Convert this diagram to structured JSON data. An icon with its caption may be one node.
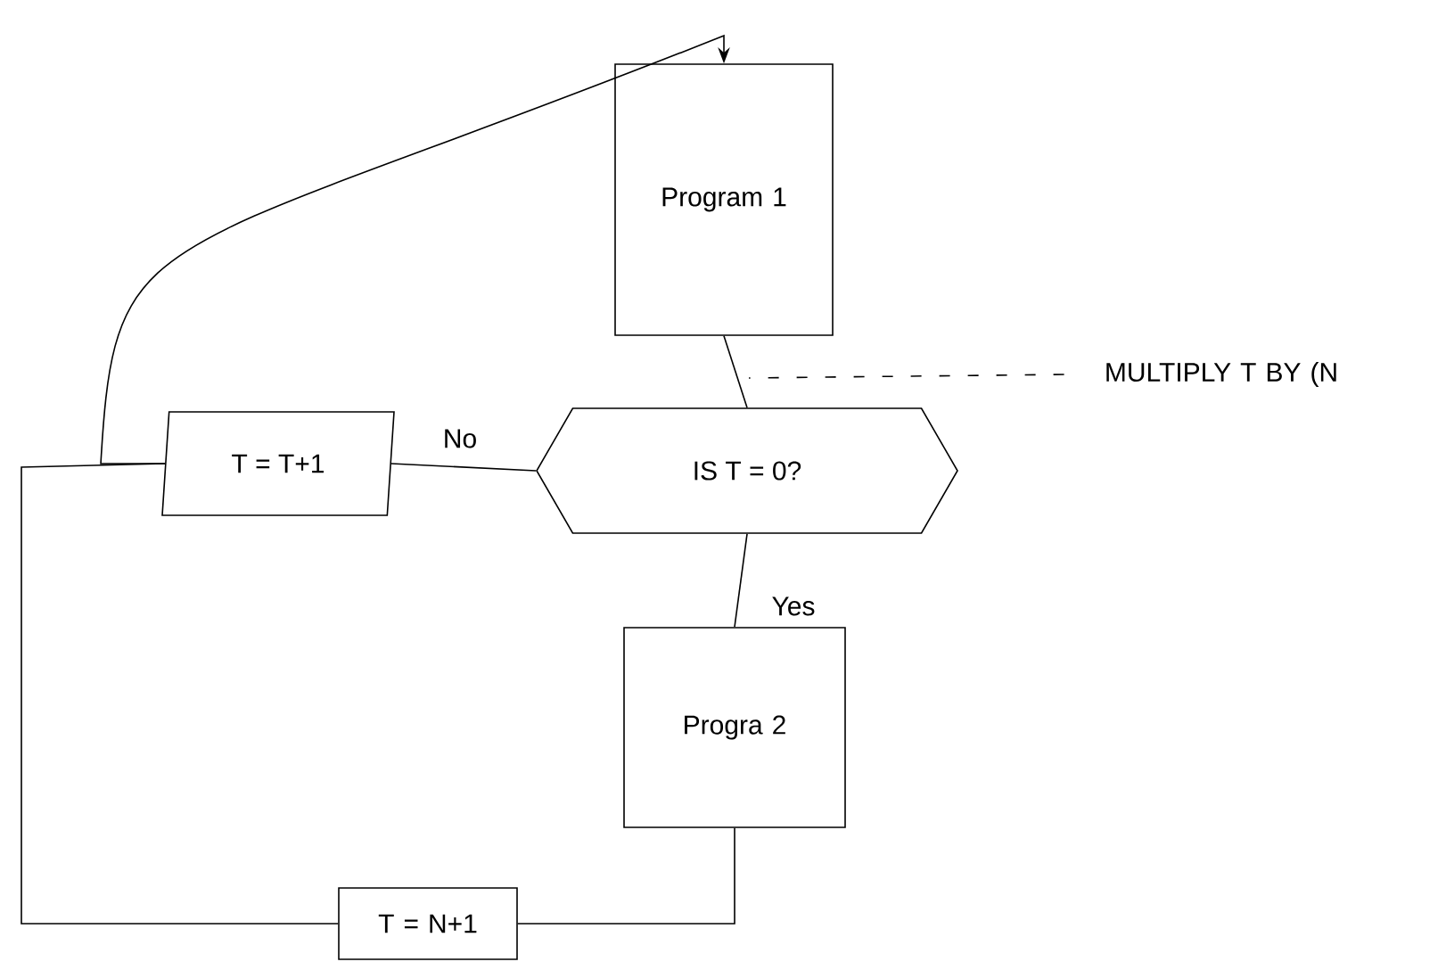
{
  "diagram": {
    "nodes": [
      {
        "text": [
          "Program 1"
        ]
      },
      {
        "text": [
          "T = T+1"
        ]
      },
      {
        "text": [
          "IS T = 0?"
        ]
      },
      {
        "text": [
          "Progra 2"
        ]
      },
      {
        "text": [
          "T = N+1"
        ]
      },
      {
        "text": [
          "MULTIPLY T BY (N"
        ]
      }
    ],
    "edges": [
      {
        "from": 0,
        "to": 2,
        "arrow": "none"
      },
      {
        "from": 2,
        "to": 1,
        "arrow": "none",
        "label": "No"
      },
      {
        "from": 1,
        "to": 0,
        "arrow": "to"
      },
      {
        "from": 2,
        "to": 3,
        "arrow": "none",
        "label": "Yes"
      },
      {
        "from": 3,
        "to": 4,
        "arrow": "none"
      },
      {
        "from": 4,
        "to": 1,
        "arrow": "none"
      },
      {
        "from": 5,
        "to": null,
        "arrow": "none",
        "style": "dashed"
      }
    ]
  }
}
